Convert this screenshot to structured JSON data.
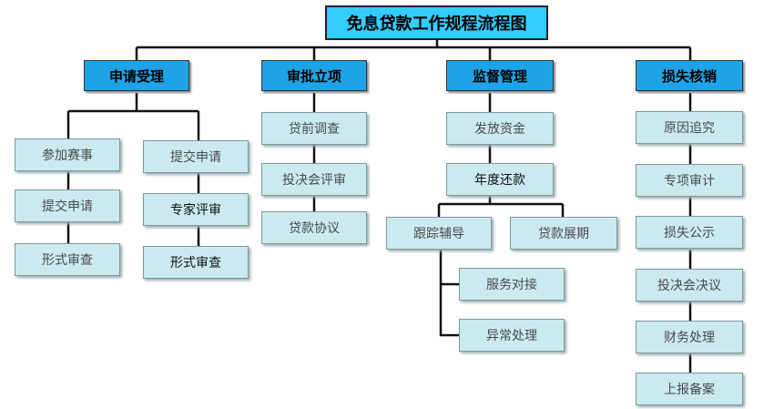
{
  "title": "免息贷款工作规程流程图",
  "sections": [
    {
      "heading": "申请受理",
      "left_column": [
        "参加赛事",
        "提交申请",
        "形式审查"
      ],
      "right_column": [
        "提交申请",
        "专家评审",
        "形式审查"
      ]
    },
    {
      "heading": "审批立项",
      "items": [
        "贷前调查",
        "投决会评审",
        "贷款协议"
      ]
    },
    {
      "heading": "监督管理",
      "items": [
        "发放资金",
        "年度还款"
      ],
      "branches": [
        "跟踪辅导",
        "贷款展期"
      ],
      "tracking_items": [
        "服务对接",
        "异常处理"
      ]
    },
    {
      "heading": "损失核销",
      "items": [
        "原因追究",
        "专项审计",
        "损失公示",
        "投决会决议",
        "财务处理",
        "上报备案"
      ]
    }
  ],
  "colors": {
    "title_fill": "#33ccff",
    "heading_fill": "#1ea3e6",
    "item_fill": "#cbeaf0",
    "connector": "#111111"
  }
}
